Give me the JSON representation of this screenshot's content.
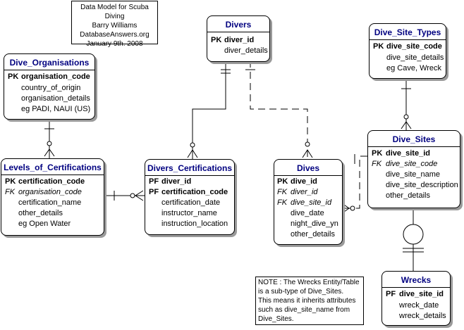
{
  "header": {
    "line1": "Data Model for Scuba Diving",
    "line2": "Barry Williams",
    "line3": "DatabaseAnswers.org",
    "line4": "January 9th. 2008"
  },
  "entities": {
    "divers": {
      "name": "Divers",
      "pk": "diver_id",
      "attrs": [
        "diver_details"
      ]
    },
    "dive_organisations": {
      "name": "Dive_Organisations",
      "pk": "organisation_code",
      "attrs": [
        "country_of_origin",
        "organisation_details",
        "eg PADI, NAUI (US)"
      ]
    },
    "levels": {
      "name": "Levels_of_Certifications",
      "pk": "certification_code",
      "fk": "organisation_code",
      "attrs": [
        "certification_name",
        "other_details",
        "eg Open Water"
      ]
    },
    "divers_cert": {
      "name": "Divers_Certifications",
      "pf1": "diver_id",
      "pf2": "certification_code",
      "attrs": [
        "certification_date",
        "instructor_name",
        "instruction_location"
      ]
    },
    "dives": {
      "name": "Dives",
      "pk": "dive_id",
      "fk1": "diver_id",
      "fk2": "dive_site_id",
      "attrs": [
        "dive_date",
        "night_dive_yn",
        "other_details"
      ]
    },
    "dive_site_types": {
      "name": "Dive_Site_Types",
      "pk": "dive_site_code",
      "attrs": [
        "dive_site_details",
        "eg Cave, Wreck"
      ]
    },
    "dive_sites": {
      "name": "Dive_Sites",
      "pk": "dive_site_id",
      "fk": "dive_site_code",
      "attrs": [
        "dive_site_name",
        "dive_site_description",
        "other_details"
      ]
    },
    "wrecks": {
      "name": "Wrecks",
      "pf": "dive_site_id",
      "attrs": [
        "wreck_date",
        "wreck_details"
      ]
    }
  },
  "key_labels": {
    "pk": "PK",
    "fk": "FK",
    "pf": "PF"
  },
  "note": {
    "line1": "NOTE : The Wrecks Entity/Table",
    "line2": "is a sub-type of Dive_Sites.",
    "line3": "This means it inherits attributes",
    "line4": "such as dive_site_name from",
    "line5": "Dive_Sites."
  }
}
